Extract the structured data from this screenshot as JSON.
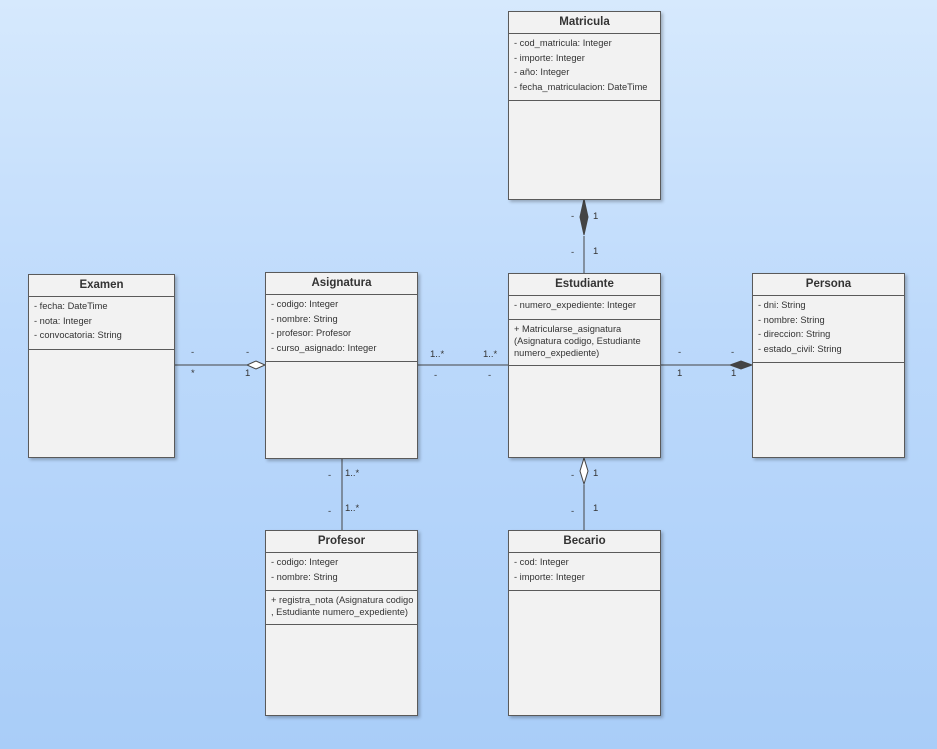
{
  "classes": {
    "matricula": {
      "name": "Matricula",
      "attributes": [
        "- cod_matricula: Integer",
        "- importe: Integer",
        "- año: Integer",
        "- fecha_matriculacion: DateTime"
      ],
      "operations": []
    },
    "examen": {
      "name": "Examen",
      "attributes": [
        "- fecha: DateTime",
        "- nota: Integer",
        "- convocatoria: String"
      ],
      "operations": []
    },
    "asignatura": {
      "name": "Asignatura",
      "attributes": [
        "- codigo: Integer",
        "- nombre: String",
        "- profesor: Profesor",
        "- curso_asignado: Integer"
      ],
      "operations": []
    },
    "estudiante": {
      "name": "Estudiante",
      "attributes": [
        "- numero_expediente: Integer"
      ],
      "operations": [
        "+ Matricularse_asignatura\n(Asignatura codigo, Estudiante\nnumero_expediente)"
      ]
    },
    "persona": {
      "name": "Persona",
      "attributes": [
        "- dni: String",
        "- nombre: String",
        "- direccion: String",
        "- estado_civil: String"
      ],
      "operations": []
    },
    "profesor": {
      "name": "Profesor",
      "attributes": [
        "- codigo: Integer",
        "- nombre: String"
      ],
      "operations": [
        "+ registra_nota (Asignatura codigo\n, Estudiante numero_expediente)"
      ]
    },
    "becario": {
      "name": "Becario",
      "attributes": [
        "- cod: Integer",
        "- importe: Integer"
      ],
      "operations": []
    }
  },
  "relations": {
    "matricula_estudiante": {
      "top_mult_left": "-",
      "top_mult_right": "1",
      "bottom_mult_left": "-",
      "bottom_mult_right": "1",
      "kind": "composition"
    },
    "examen_asignatura": {
      "left_mult_top": "-",
      "left_mult_bottom": "*",
      "right_mult_top": "-",
      "right_mult_bottom": "1",
      "kind": "aggregation"
    },
    "asignatura_estudiante": {
      "left_mult_top": "1..*",
      "left_mult_bottom": "-",
      "right_mult_top": "1..*",
      "right_mult_bottom": "-",
      "kind": "association"
    },
    "estudiante_persona": {
      "left_mult_top": "-",
      "left_mult_bottom": "1",
      "right_mult_top": "-",
      "right_mult_bottom": "1",
      "kind": "composition"
    },
    "asignatura_profesor": {
      "top_mult_left": "-",
      "top_mult_right": "1..*",
      "bottom_mult_left": "-",
      "bottom_mult_right": "1..*",
      "kind": "association"
    },
    "estudiante_becario": {
      "top_mult_left": "-",
      "top_mult_right": "1",
      "bottom_mult_left": "-",
      "bottom_mult_right": "1",
      "kind": "aggregation"
    }
  }
}
